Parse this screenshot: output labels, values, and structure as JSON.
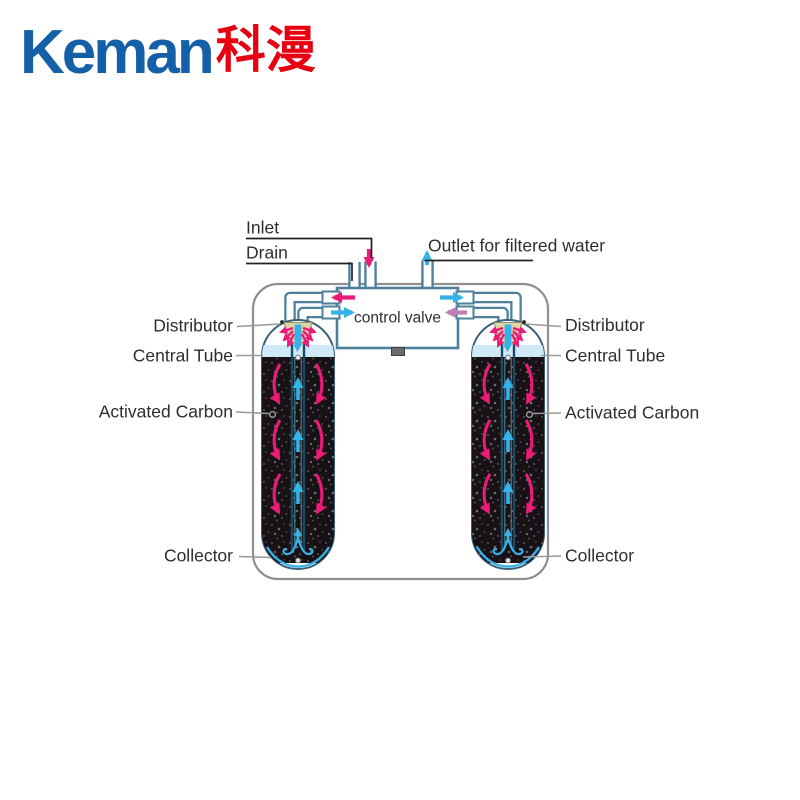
{
  "logo": {
    "brand_latin": "Keman",
    "brand_cjk": "科漫"
  },
  "labels": {
    "inlet": "Inlet",
    "drain": "Drain",
    "outlet": "Outlet for filtered water",
    "control_valve": "control valve",
    "left": {
      "distributor": "Distributor",
      "central_tube": "Central Tube",
      "activated_carbon": "Activated Carbon",
      "collector": "Collector"
    },
    "right": {
      "distributor": "Distributor",
      "central_tube": "Central Tube",
      "activated_carbon": "Activated Carbon",
      "collector": "Collector"
    }
  },
  "colors": {
    "brand-blue": "#1460a8",
    "brand-red": "#e60012",
    "pink": "#ec1a78",
    "cyan": "#35b2e8",
    "mauve": "#bd7fb5",
    "pipe": "#4e7f9b",
    "tank-outline": "#3a5f77",
    "cabinet": "#8f8f8f",
    "carbon": "#181216",
    "water": "#cfe9f6",
    "funnel": "#dcd4a2",
    "leader": "#222222",
    "label-line": "#9a9a9a",
    "text": "#2e2e2e"
  }
}
